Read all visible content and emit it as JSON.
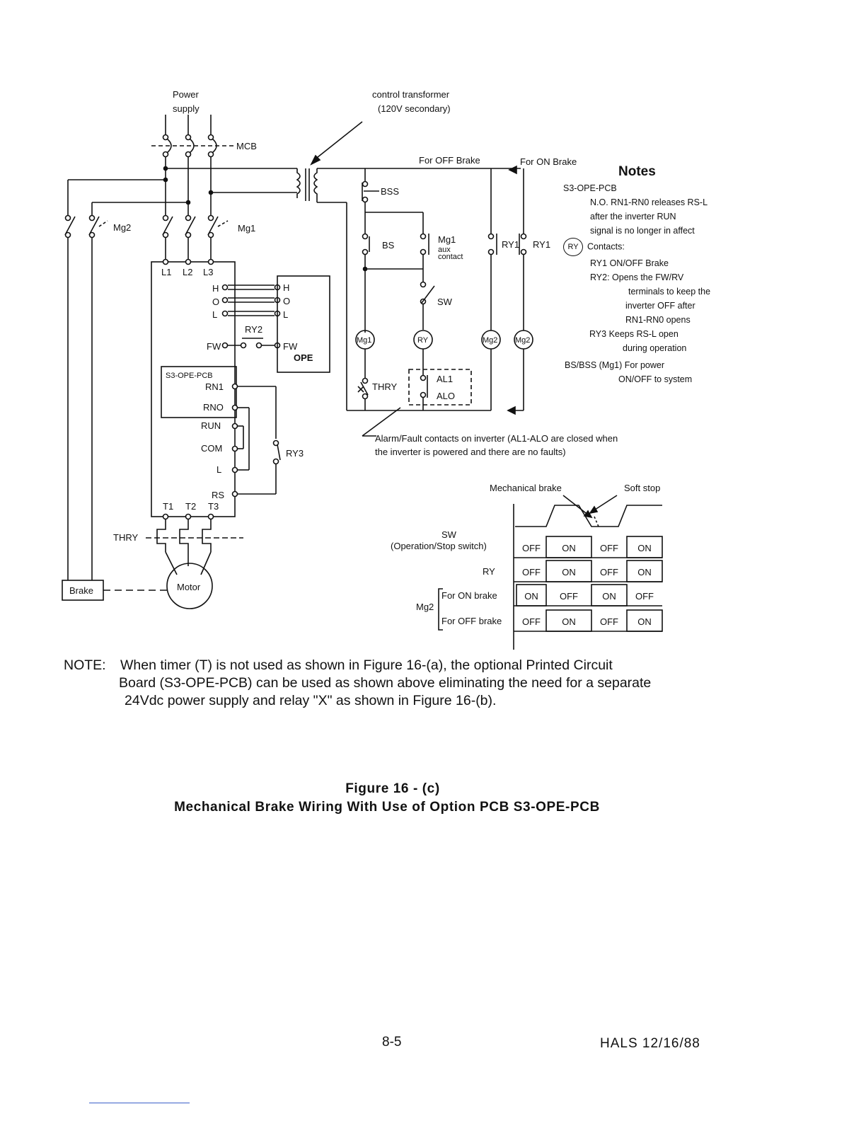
{
  "labels": {
    "power_supply_1": "Power",
    "power_supply_2": "supply",
    "control_transformer_1": "control transformer",
    "control_transformer_2": "(120V secondary)",
    "mcb": "MCB",
    "mg2": "Mg2",
    "mg1": "Mg1",
    "l1": "L1",
    "l2": "L2",
    "l3": "L3",
    "h": "H",
    "o": "O",
    "l": "L",
    "fw": "FW",
    "ry2": "RY2",
    "ope": "OPE",
    "s3_pcb": "S3-OPE-PCB",
    "rn1": "RN1",
    "rn0": "RNO",
    "run": "RUN",
    "com": "COM",
    "rs": "RS",
    "t1": "T1",
    "t2": "T2",
    "t3": "T3",
    "ry3": "RY3",
    "thry": "THRY",
    "brake": "Brake",
    "motor": "Motor",
    "for_off_brake": "For OFF Brake",
    "for_on_brake": "For ON Brake",
    "bss": "BSS",
    "bs": "BS",
    "mg1_aux_1": "Mg1",
    "mg1_aux_2": "aux",
    "mg1_aux_3": "contact",
    "ry1": "RY1",
    "sw": "SW",
    "coil_mg1": "Mg1",
    "coil_ry": "RY",
    "coil_mg2": "Mg2",
    "al1": "AL1",
    "al0": "ALO",
    "alarm_note_1": "Alarm/Fault contacts on inverter (AL1-ALO are closed when",
    "alarm_note_2": "the inverter is powered and there are no faults)"
  },
  "notes": {
    "title": "Notes",
    "lines": [
      "S3-OPE-PCB",
      "N.O. RN1-RN0 releases RS-L",
      "after the inverter RUN",
      "signal is no longer in affect",
      "Contacts:",
      "RY1 ON/OFF Brake",
      "RY2: Opens the FW/RV",
      "terminals to keep the",
      "inverter OFF after",
      "RN1-RN0 opens",
      "RY3 Keeps RS-L open",
      "during operation",
      "BS/BSS (Mg1) For power",
      "ON/OFF to system"
    ],
    "ry_symbol": "RY"
  },
  "timing": {
    "mechanical_brake": "Mechanical brake",
    "soft_stop": "Soft stop",
    "rows": [
      {
        "label": "SW",
        "sublabel": "(Operation/Stop switch)",
        "states": [
          "OFF",
          "ON",
          "OFF",
          "ON"
        ]
      },
      {
        "label": "RY",
        "sublabel": "",
        "states": [
          "OFF",
          "ON",
          "OFF",
          "ON"
        ]
      },
      {
        "label": "For ON brake",
        "sublabel": "",
        "states": [
          "ON",
          "OFF",
          "ON",
          "OFF"
        ]
      },
      {
        "label": "For OFF brake",
        "sublabel": "",
        "states": [
          "OFF",
          "ON",
          "OFF",
          "ON"
        ]
      }
    ],
    "group_label": "Mg2"
  },
  "note_paragraph": {
    "lead": "NOTE:",
    "line1": "When timer (T) is not used as shown in Figure 16-(a), the optional Printed Circuit",
    "line2": "Board (S3-OPE-PCB) can be used as shown above eliminating the need for a separate",
    "line3": "24Vdc power supply and relay \"X\" as shown in Figure 16-(b)."
  },
  "figure": {
    "number": "Figure 16 - (c)",
    "caption": "Mechanical Brake Wiring With Use of Option PCB S3-OPE-PCB"
  },
  "footer": {
    "page": "8-5",
    "date": "HALS 12/16/88"
  }
}
